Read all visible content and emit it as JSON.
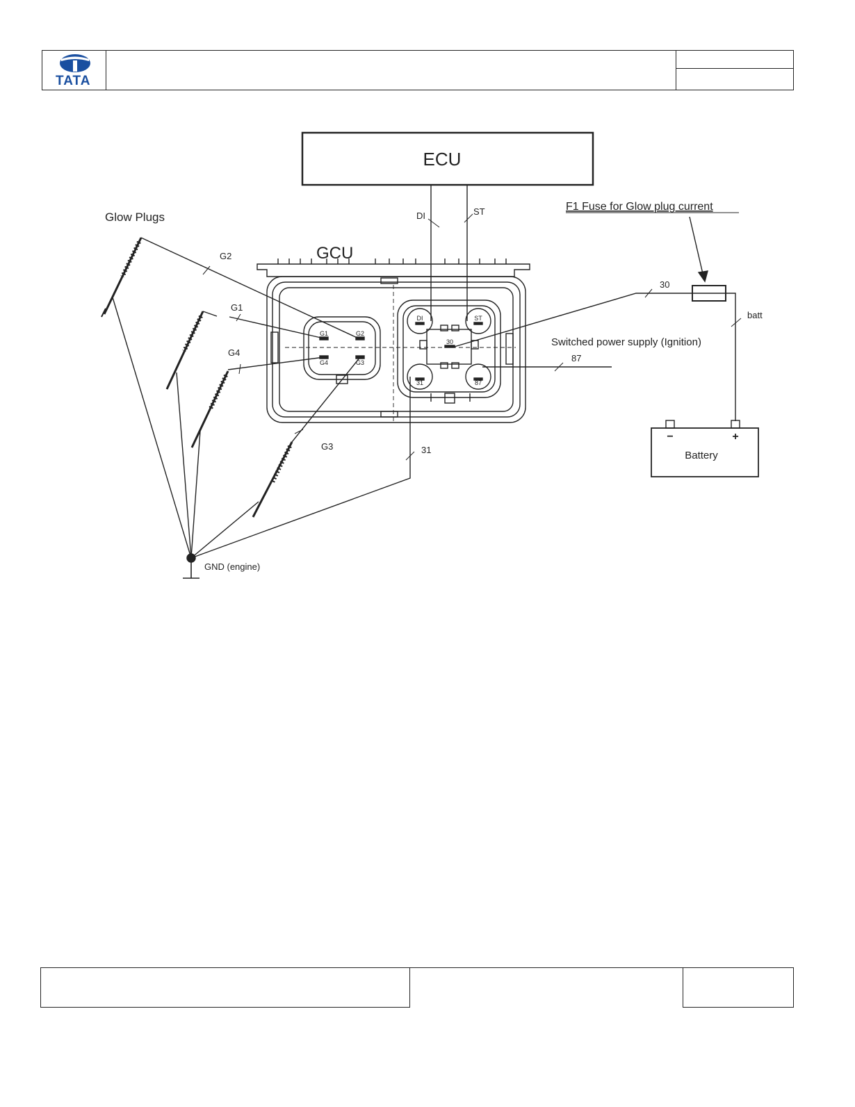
{
  "header": {
    "logo_text": "TATA",
    "title": "",
    "ref_top": "",
    "ref_bottom": ""
  },
  "diagram": {
    "ecu_label": "ECU",
    "gcu_label": "GCU",
    "glow_plugs_label": "Glow Plugs",
    "wire_labels": {
      "g1": "G1",
      "g2": "G2",
      "g3": "G3",
      "g4": "G4",
      "di": "DI",
      "st": "ST",
      "w30": "30",
      "w31": "31",
      "w87": "87",
      "batt": "batt"
    },
    "pin_labels": {
      "g1": "G1",
      "g2": "G2",
      "g3": "G3",
      "g4": "G4",
      "di": "DI",
      "st": "ST",
      "p30": "30",
      "p31": "31",
      "p87": "87"
    },
    "fuse_label": "F1 Fuse  for Glow plug current",
    "switched_supply_label": "Switched power supply (Ignition)",
    "battery_label": "Battery",
    "battery_minus": "−",
    "battery_plus": "+",
    "gnd_label": "GND (engine)"
  },
  "footer": {
    "left": "",
    "center": "",
    "right": ""
  },
  "colors": {
    "logo_blue": "#1a4fa0",
    "line": "#222222"
  }
}
